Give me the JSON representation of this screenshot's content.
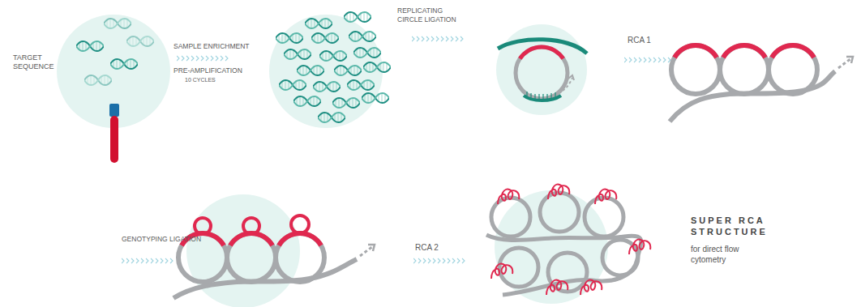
{
  "diagram": {
    "labels": [
      "TARGET SEQUENCE",
      "SAMPLE ENRICHMENT",
      "PRE-AMPLIFICATION",
      "10 CYCLES",
      "REPLICATING CIRCLE LIGATION",
      "RCA 1",
      "GENOTYPING LIGATION",
      "RCA 2",
      "SUPER RCA STRUCTURE",
      "for direct flow cytometry"
    ]
  }
}
